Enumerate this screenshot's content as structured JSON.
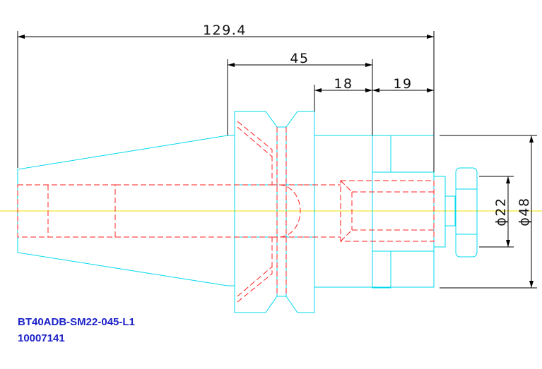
{
  "dimensions": {
    "overall_length": "129.4",
    "flange_length": "45",
    "nose_length": "18",
    "adapter_length": "19",
    "bore_diameter": "ϕ22",
    "outer_diameter": "ϕ48"
  },
  "title_block": {
    "part_number": "BT40ADB-SM22-045-L1",
    "article_number": "10007141"
  },
  "colors": {
    "outline": "#00d8ee",
    "hidden_line": "#ff2020",
    "center_line": "#f0e000",
    "dimension": "#000000",
    "text": "#1d22c8"
  }
}
